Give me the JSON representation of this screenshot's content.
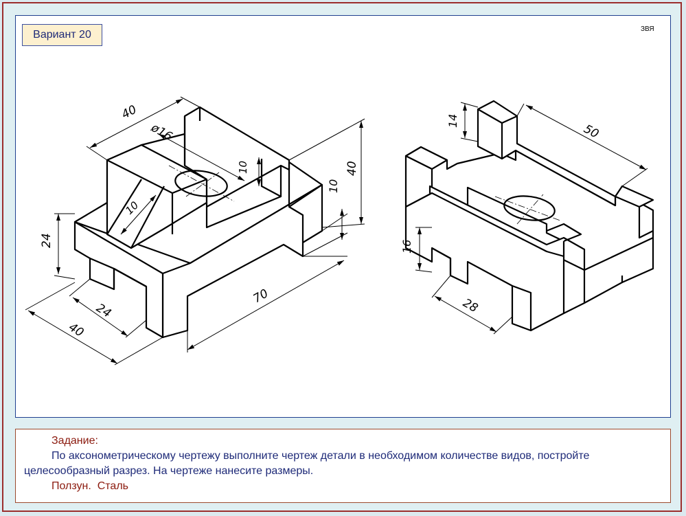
{
  "variant_label": "Вариант 20",
  "author_label": "ЗВЯ",
  "dimensions": {
    "left": {
      "d40_top": "40",
      "d16": "ø16",
      "d10_slot": "10",
      "d10_rib": "10",
      "d10_right": "10",
      "d40_right": "40",
      "d24_left": "24",
      "d24_bottom": "24",
      "d40_bottom": "40",
      "d70": "70"
    },
    "right": {
      "d14": "14",
      "d50": "50",
      "d16": "16",
      "d28": "28"
    }
  },
  "task": {
    "heading": "Задание:",
    "text_line1": "По аксонометрическому чертежу выполните чертеж детали в необходимом количестве видов, постройте",
    "text_line2": "целесообразный разрез. На чертеже нанесите размеры.",
    "part_name": "Ползун.",
    "material": "Сталь"
  }
}
